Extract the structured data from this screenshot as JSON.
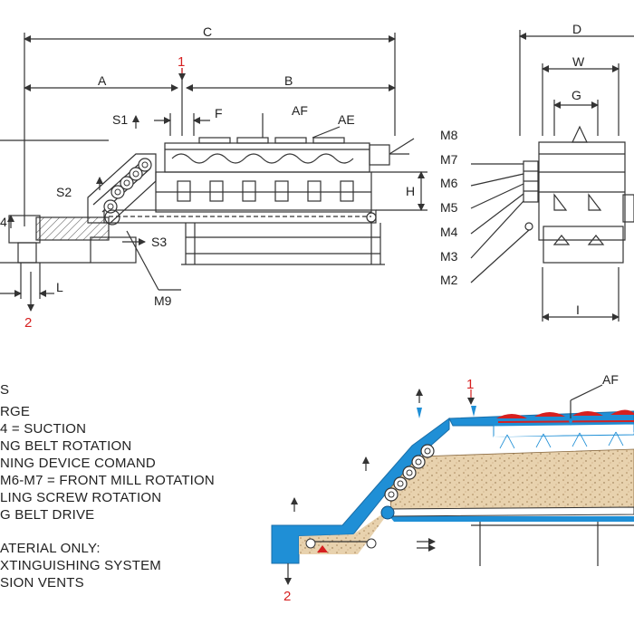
{
  "labels": {
    "C": "C",
    "A": "A",
    "B": "B",
    "F": "F",
    "AF": "AF",
    "AE": "AE",
    "S1": "S1",
    "S2": "S2",
    "S3": "S3",
    "H": "H",
    "L": "L",
    "M9": "M9",
    "D": "D",
    "W": "W",
    "G": "G",
    "I": "I",
    "M8": "M8",
    "M7": "M7",
    "M6": "M6",
    "M5": "M5",
    "M4": "M4",
    "M3": "M3",
    "M2": "M2",
    "one": "1",
    "two": "2",
    "four": "4",
    "bottom_af": "AF",
    "bottom_one": "1",
    "bottom_two": "2"
  },
  "legend": [
    "S",
    "RGE",
    "4 = SUCTION",
    "NG BELT ROTATION",
    "NING DEVICE COMAND",
    "M6-M7 = FRONT MILL ROTATION",
    "LING SCREW ROTATION",
    "G BELT DRIVE",
    "",
    "ATERIAL ONLY:",
    "XTINGUISHING SYSTEM",
    "SION VENTS"
  ],
  "colors": {
    "line": "#333333",
    "red": "#d62020",
    "blue": "#1f8fd6",
    "material": "#e8d2ae",
    "roller": "#d0d0d0"
  }
}
